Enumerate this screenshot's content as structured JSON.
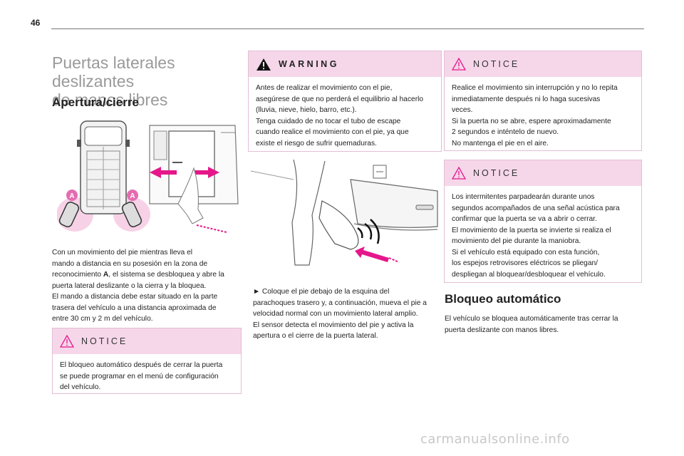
{
  "page": {
    "number": "46",
    "watermark": "carmanualsonline.info"
  },
  "section_title": [
    "Puertas laterales deslizantes",
    "de manos libres"
  ],
  "subtitle_open": "Apertura/cierre",
  "subtitle_lock": "Bloqueo automático",
  "figure1": {
    "label_left": "A",
    "label_right": "A"
  },
  "col1_text": [
    "Con un movimiento del pie mientras lleva el",
    "mando a distancia en su posesión en la zona de",
    "reconocimiento ",
    "A",
    ", el sistema se desbloquea y abre la",
    "puerta lateral deslizante o la cierra y la bloquea.",
    "El mando a distancia debe estar situado en la parte",
    "trasera del vehículo a una distancia aproximada de",
    "entre 30 cm y 2 m del vehículo."
  ],
  "notice1": {
    "label": "NOTICE",
    "lines": [
      "El bloqueo automático después de cerrar la puerta",
      "se puede programar en el menú de configuración",
      "del vehículo."
    ]
  },
  "warning": {
    "label": "WARNING",
    "lines": [
      "Antes de realizar el movimiento con el pie,",
      "asegúrese de que no perderá el equilibrio al hacerlo",
      "(lluvia, nieve, hielo, barro, etc.).",
      "Tenga cuidado de no tocar el tubo de escape",
      "cuando realice el movimiento con el pie, ya que",
      "existe el riesgo de sufrir quemaduras."
    ]
  },
  "col2_text": [
    "►  Coloque el pie debajo de la esquina del",
    "parachoques trasero y, a continuación, mueva el pie a",
    "velocidad normal con un movimiento lateral amplio.",
    "El sensor detecta el movimiento del pie y activa la",
    "apertura o el cierre de la puerta lateral."
  ],
  "notice2": {
    "label": "NOTICE",
    "lines": [
      "Realice el movimiento sin interrupción y no lo repita",
      "inmediatamente después ni lo haga sucesivas",
      "veces.",
      "Si la puerta no se abre, espere aproximadamente",
      "2 segundos e inténtelo de nuevo.",
      "No mantenga el pie en el aire."
    ]
  },
  "notice3": {
    "label": "NOTICE",
    "lines": [
      "Los intermitentes parpadearán durante unos",
      "segundos acompañados de una señal acústica para",
      "confirmar que la puerta se va a abrir o cerrar.",
      "El movimiento de la puerta se invierte si realiza el",
      "movimiento del pie durante la maniobra.",
      "Si el vehículo está equipado con esta función,",
      "los espejos retrovisores eléctricos se pliegan/",
      "despliegan al bloquear/desbloquear el vehículo."
    ]
  },
  "lock_text": [
    "El vehículo se bloquea automáticamente tras cerrar la",
    "puerta deslizante con manos libres."
  ],
  "colors": {
    "accent_pink": "#e5178a",
    "box_header": "#f6d7ea",
    "box_border": "#e3bdd4",
    "title_gray": "#9a9a9a"
  }
}
